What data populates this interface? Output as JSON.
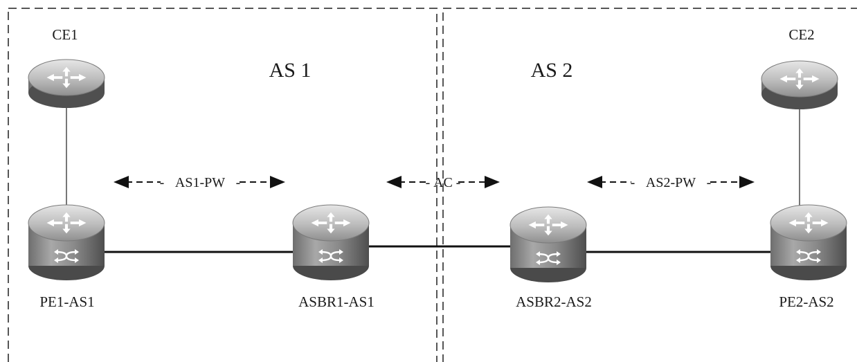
{
  "domains": [
    {
      "id": "as1",
      "label": "AS 1"
    },
    {
      "id": "as2",
      "label": "AS 2"
    }
  ],
  "devices": {
    "ce1": {
      "label": "CE1",
      "kind": "router"
    },
    "ce2": {
      "label": "CE2",
      "kind": "router"
    },
    "pe1": {
      "label": "PE1-AS1",
      "kind": "router-switch"
    },
    "asbr1": {
      "label": "ASBR1-AS1",
      "kind": "router-switch"
    },
    "asbr2": {
      "label": "ASBR2-AS2",
      "kind": "router-switch"
    },
    "pe2": {
      "label": "PE2-AS2",
      "kind": "router-switch"
    }
  },
  "links": [
    {
      "from": "CE1",
      "to": "PE1-AS1",
      "style": "thin"
    },
    {
      "from": "CE2",
      "to": "PE2-AS2",
      "style": "thin"
    },
    {
      "from": "PE1-AS1",
      "to": "ASBR1-AS1",
      "style": "thick"
    },
    {
      "from": "ASBR1-AS1",
      "to": "ASBR2-AS2",
      "style": "thick"
    },
    {
      "from": "ASBR2-AS2",
      "to": "PE2-AS2",
      "style": "thick"
    }
  ],
  "logical": {
    "as1_pw": "AS1-PW",
    "ac": "AC",
    "as2_pw": "AS2-PW"
  },
  "colors": {
    "device_dark": "#5a5a5a",
    "device_light": "#d4d4d4",
    "device_face": "#b8b8b8",
    "glyph": "#ffffff",
    "border": "#555555"
  },
  "icons": {
    "router": "router-icon",
    "router_switch": "router-switch-icon"
  }
}
